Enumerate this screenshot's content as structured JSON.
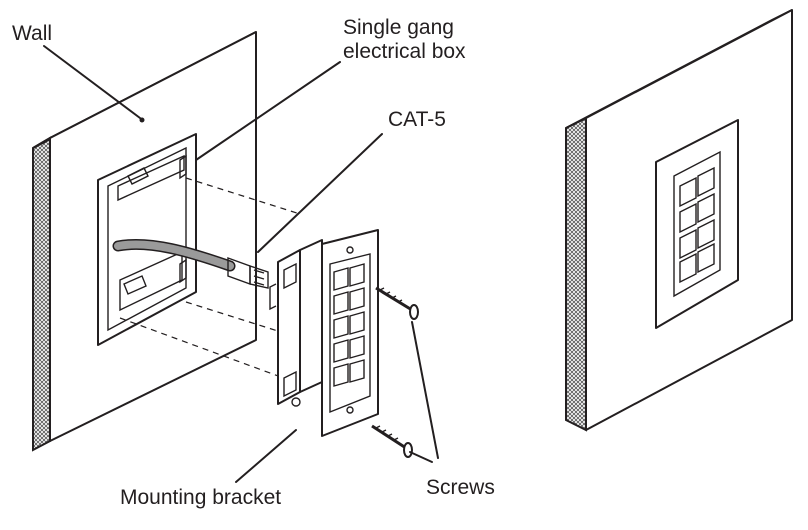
{
  "labels": {
    "wall": "Wall",
    "box_line1": "Single gang",
    "box_line2": "electrical box",
    "cat5": "CAT-5",
    "bracket": "Mounting bracket",
    "screws": "Screws"
  },
  "colors": {
    "ink": "#231f20",
    "paper": "#ffffff",
    "cable": "#9a9a9a"
  }
}
